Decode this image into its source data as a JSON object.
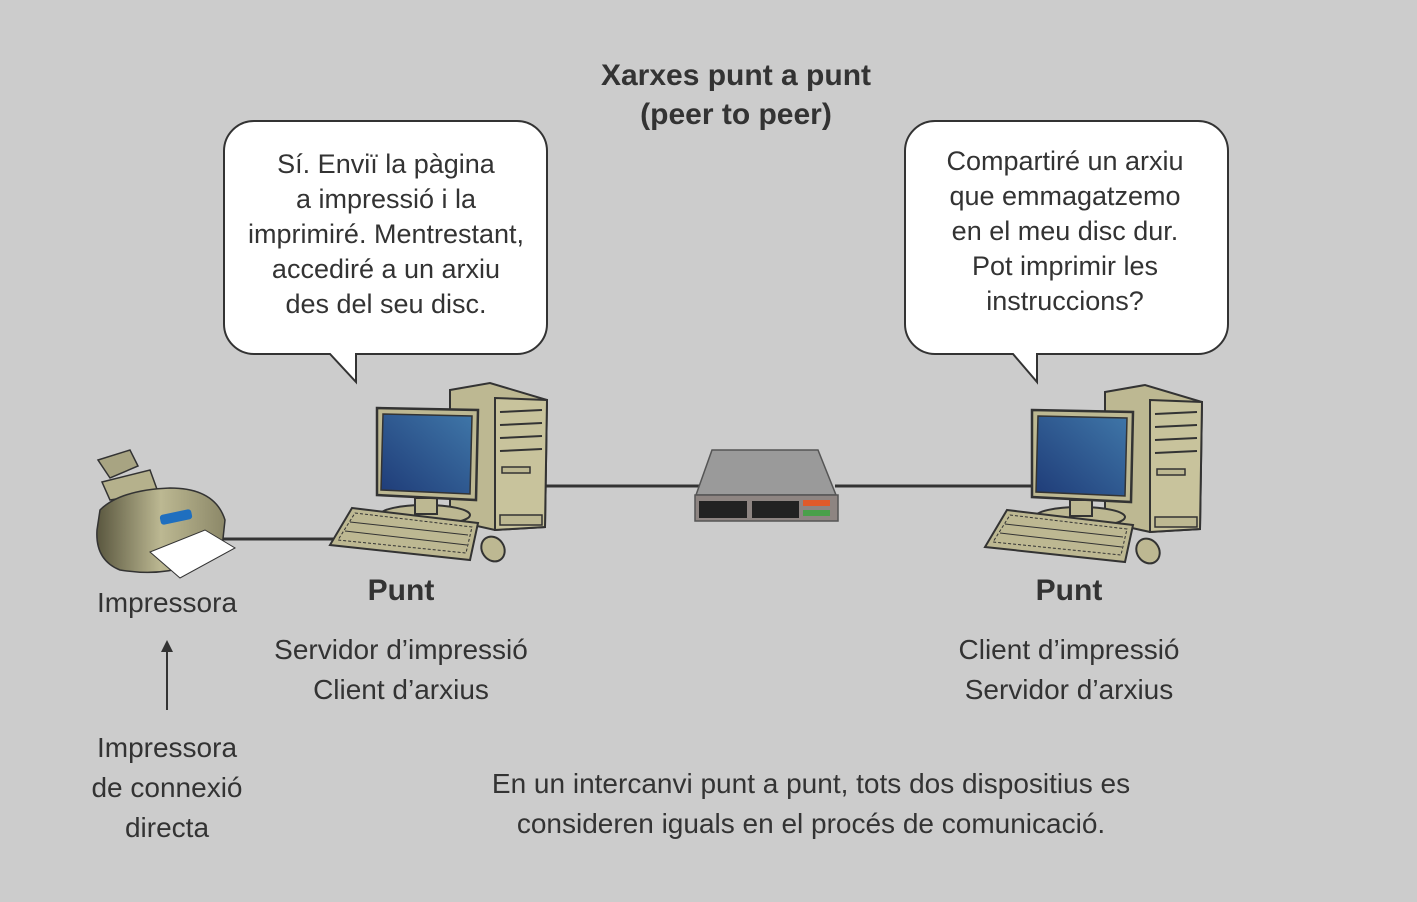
{
  "title": {
    "line1": "Xarxes punt a punt",
    "line2": "(peer to peer)"
  },
  "left_bubble": [
    "Sí. Enviï la pàgina",
    "a impressió i la",
    "imprimiré. Mentrestant,",
    "accediré a un arxiu",
    "des del seu disc."
  ],
  "right_bubble": [
    "Compartiré un arxiu",
    "que emmagatzemo",
    "en el meu disc dur.",
    "Pot imprimir les",
    "instruccions?"
  ],
  "printer": {
    "label": "Impressora",
    "note": [
      "Impressora",
      "de connexió",
      "directa"
    ]
  },
  "left_peer": {
    "label": "Punt",
    "roles": [
      "Servidor d’impressió",
      "Client d’arxius"
    ]
  },
  "right_peer": {
    "label": "Punt",
    "roles": [
      "Client d’impressió",
      "Servidor d’arxius"
    ]
  },
  "caption": [
    "En un intercanvi punt a punt, tots dos dispositius es",
    "consideren iguals en el procés de comunicació."
  ],
  "colors": {
    "background": "#cccccc",
    "text": "#333333",
    "device": "#bdb892",
    "screen": "#2a4f8a",
    "cable": "#333333"
  }
}
